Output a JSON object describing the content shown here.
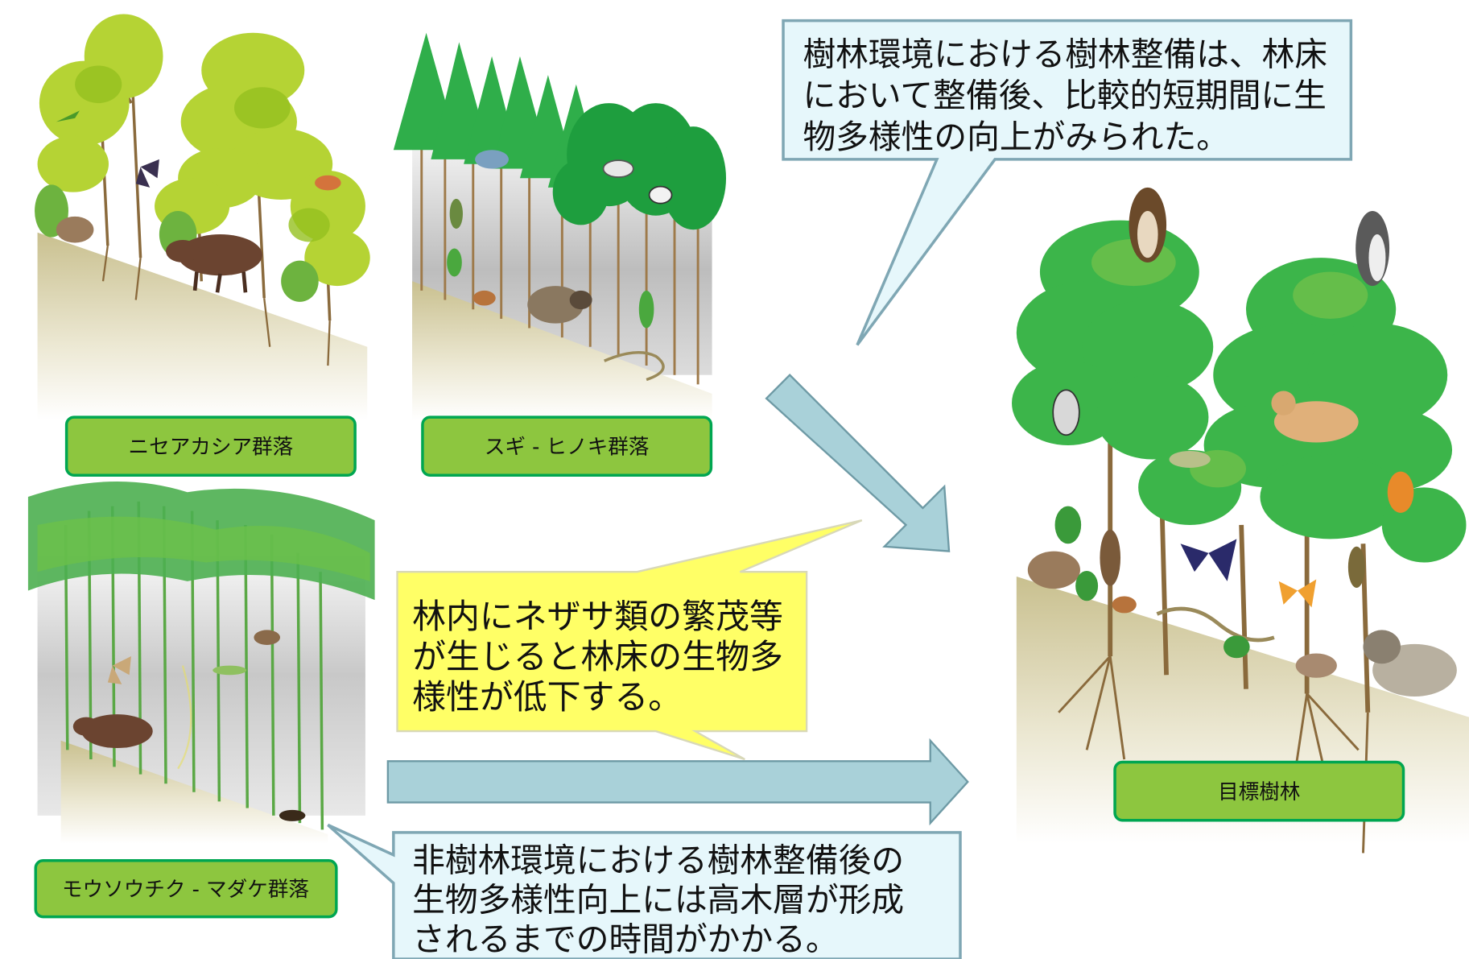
{
  "labels": {
    "niseakashia": "ニセアカシア群落",
    "sugi_hinoki": "スギ - ヒノキ群落",
    "mousouchiku": "モウソウチク - マダケ群落",
    "target": "目標樹林"
  },
  "callouts": {
    "top": {
      "lines": [
        "樹林環境における樹林整備は、林床",
        "において整備後、比較的短期間に生",
        "物多様性の向上がみられた。"
      ]
    },
    "middle": {
      "lines": [
        "林内にネザサ類の繁茂等",
        "が生じると林床の生物多",
        "様性が低下する。"
      ]
    },
    "bottom": {
      "lines": [
        "非樹林環境における樹林整備後の",
        "生物多様性向上には高木層が形成",
        "されるまでの時間がかかる。"
      ]
    }
  },
  "colors": {
    "label_fill": "#8dc63f",
    "label_border": "#00a651",
    "callout_blue_fill": "#e6f7fb",
    "callout_blue_border": "#7fa7b4",
    "callout_yellow_fill": "#ffff66",
    "arrow_fill": "#a9d1d9",
    "arrow_border": "#6e9aa5",
    "leaf_light": "#b5d334",
    "leaf_green": "#3cb54a",
    "leaf_dark": "#1e9e3e",
    "bamboo": "#4caf50",
    "ground": "#cfc79a"
  }
}
